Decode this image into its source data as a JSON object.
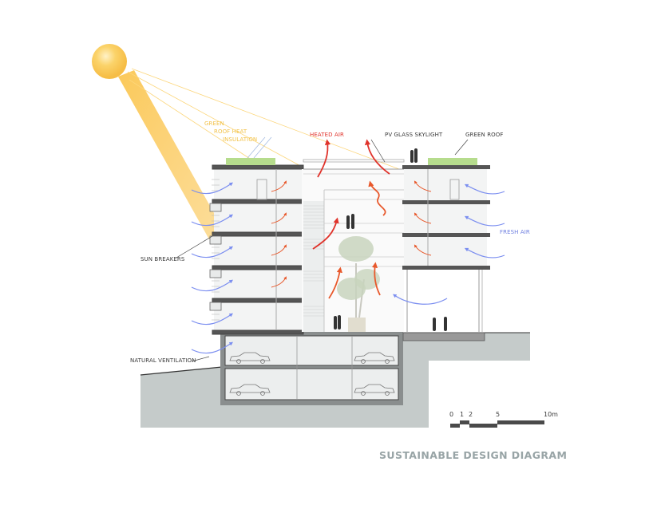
{
  "title": "SUSTAINABLE DESIGN DIAGRAM",
  "labels": {
    "green_roof_insulation": [
      "GREEN",
      "ROOF HEAT",
      "INSULATION"
    ],
    "heated_air": "HEATED AIR",
    "pv_glass_skylight": "PV GLASS SKYLIGHT",
    "green_roof": "GREEN ROOF",
    "fresh_air": "FRESH AIR",
    "sun_breakers": "SUN BREAKERS",
    "natural_ventilation": "NATURAL VENTILATION"
  },
  "scale_bar": {
    "ticks": [
      "0",
      "1",
      "2",
      "5",
      "10m"
    ]
  },
  "colors": {
    "sun": "#f9c64f",
    "sun_ray": "#fcd67a",
    "heated_air": "#e0332b",
    "fresh_air": "#7b8ef0",
    "ground": "#c5cbca",
    "structure": "#4a4a4a",
    "title": "#98a4a6",
    "green_roof": "#b6dc8d"
  }
}
